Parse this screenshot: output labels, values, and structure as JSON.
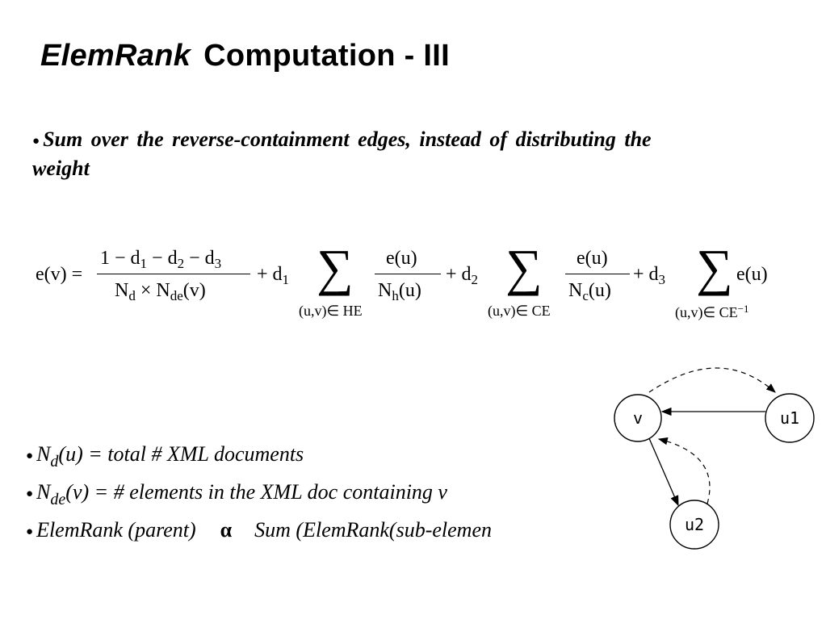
{
  "slide": {
    "title_italic": "ElemRank",
    "title_rest": "Computation - III",
    "intro": "Sum  over  the  reverse-containment  edges, instead  of distributing  the  weight"
  },
  "formula": {
    "lhs": "e(v) =",
    "frac1_num": "1 − d₁ − d₂ − d₃",
    "frac1_den": "N_d × N_de(v)",
    "term1": "+ d₁",
    "idx1": "(u,v)∈ HE",
    "frac2_num": "e(u)",
    "frac2_den": "N_h(u)",
    "term2": "+ d₂",
    "idx2": "(u,v)∈ CE",
    "frac3_num": "e(u)",
    "frac3_den": "N_c(u)",
    "term3": "+ d₃",
    "idx3": "(u,v)∈ CE⁻¹",
    "tail": "e(u)"
  },
  "bullets": [
    {
      "sym": "N",
      "sub": "d",
      "text": "(u) = total # XML documents"
    },
    {
      "sym": "N",
      "sub": "de",
      "text": "(v) = # elements in the XML doc containing v"
    },
    {
      "left": "ElemRank (parent)",
      "op": "α",
      "right": "Sum (ElemRank(sub-elemen"
    }
  ],
  "diagram": {
    "nodes": [
      "v",
      "u1",
      "u2"
    ]
  }
}
